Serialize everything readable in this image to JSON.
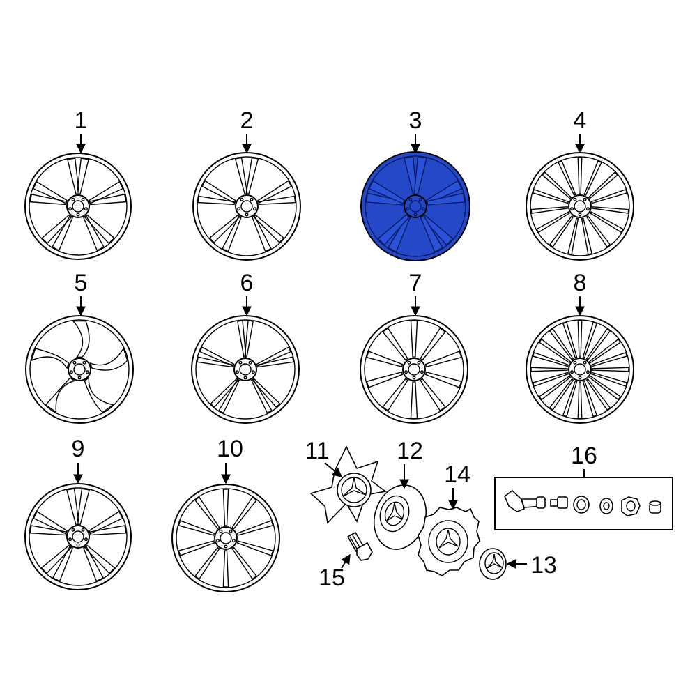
{
  "diagram": {
    "highlighted_part": "3",
    "highlight_color": "#2548c8",
    "wheels": [
      {
        "label": "1",
        "style": "twin-spoke-5"
      },
      {
        "label": "2",
        "style": "twin-spoke-5-open"
      },
      {
        "label": "3",
        "style": "twin-spoke-5-blue"
      },
      {
        "label": "4",
        "style": "multi-spoke-15"
      },
      {
        "label": "5",
        "style": "curved-spoke-5"
      },
      {
        "label": "6",
        "style": "twin-spoke-5-thin"
      },
      {
        "label": "7",
        "style": "spoke-10"
      },
      {
        "label": "8",
        "style": "multi-spoke-20"
      },
      {
        "label": "9",
        "style": "twin-spoke-5-wide"
      },
      {
        "label": "10",
        "style": "spoke-10-thin"
      }
    ],
    "parts": [
      {
        "label": "11",
        "name": "center-cap-star"
      },
      {
        "label": "12",
        "name": "center-cap-disc"
      },
      {
        "label": "13",
        "name": "emblem-cap"
      },
      {
        "label": "14",
        "name": "hub-cover"
      },
      {
        "label": "15",
        "name": "wheel-bolt"
      },
      {
        "label": "16",
        "name": "tpms-kit"
      }
    ]
  }
}
